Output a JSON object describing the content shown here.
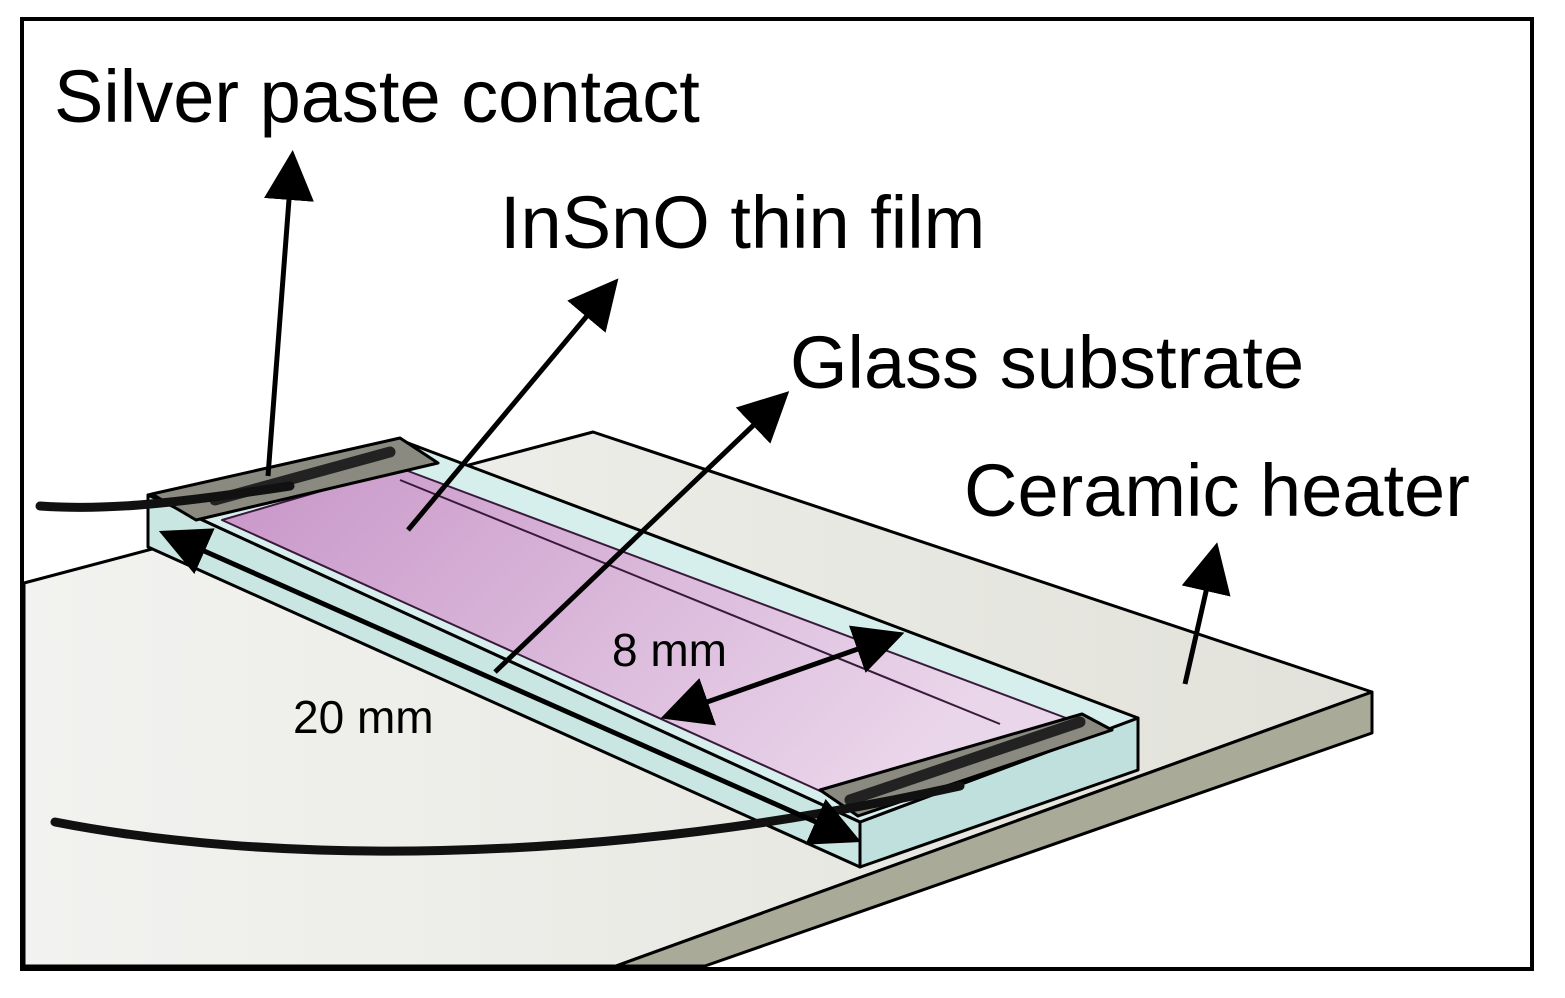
{
  "labels": {
    "silver_paste_contact": "Silver paste contact",
    "insno_thin_film": "InSnO thin film",
    "glass_substrate": "Glass substrate",
    "ceramic_heater": "Ceramic heater",
    "width_dimension": "8 mm",
    "length_dimension": "20 mm"
  },
  "colors": {
    "heater_top": "#e6e6e0",
    "heater_edge": "#aaaa98",
    "glass": "#d3ecea",
    "film": "#d1a6d1",
    "contact": "#8a8a80",
    "wire": "#111111"
  }
}
